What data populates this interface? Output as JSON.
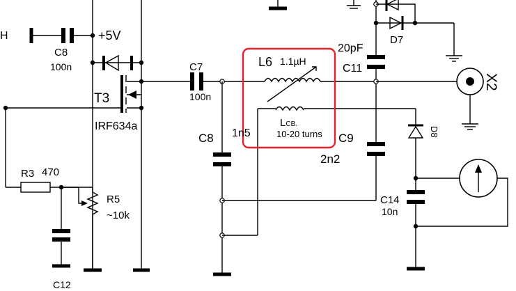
{
  "labels": {
    "c8_top": "C8",
    "c8_top_value": "100n",
    "supply": "+5V",
    "t3": "T3",
    "t3_part": "IRF634a",
    "c7": "C7",
    "c7_value": "100n",
    "l6": "L6",
    "l6_value": "1.1µH",
    "lcb": "L",
    "lcb_sub": "CB.",
    "lcb_turns": "10-20 turns",
    "c11_value": "20pF",
    "c11": "C11",
    "d7": "D7",
    "x2": "X2",
    "d8": "D8",
    "c8_mid": "C8",
    "c8_mid_value": "1n5",
    "c9": "C9",
    "c9_value": "2n2",
    "r3": "R3",
    "r3_value": "470",
    "r5": "R5",
    "r5_value": "~10k",
    "c14": "C14",
    "c14_value": "10n",
    "c12": "C12",
    "h_cut": "H"
  },
  "colors": {
    "highlight": "#e0242c",
    "ink": "#000000"
  }
}
